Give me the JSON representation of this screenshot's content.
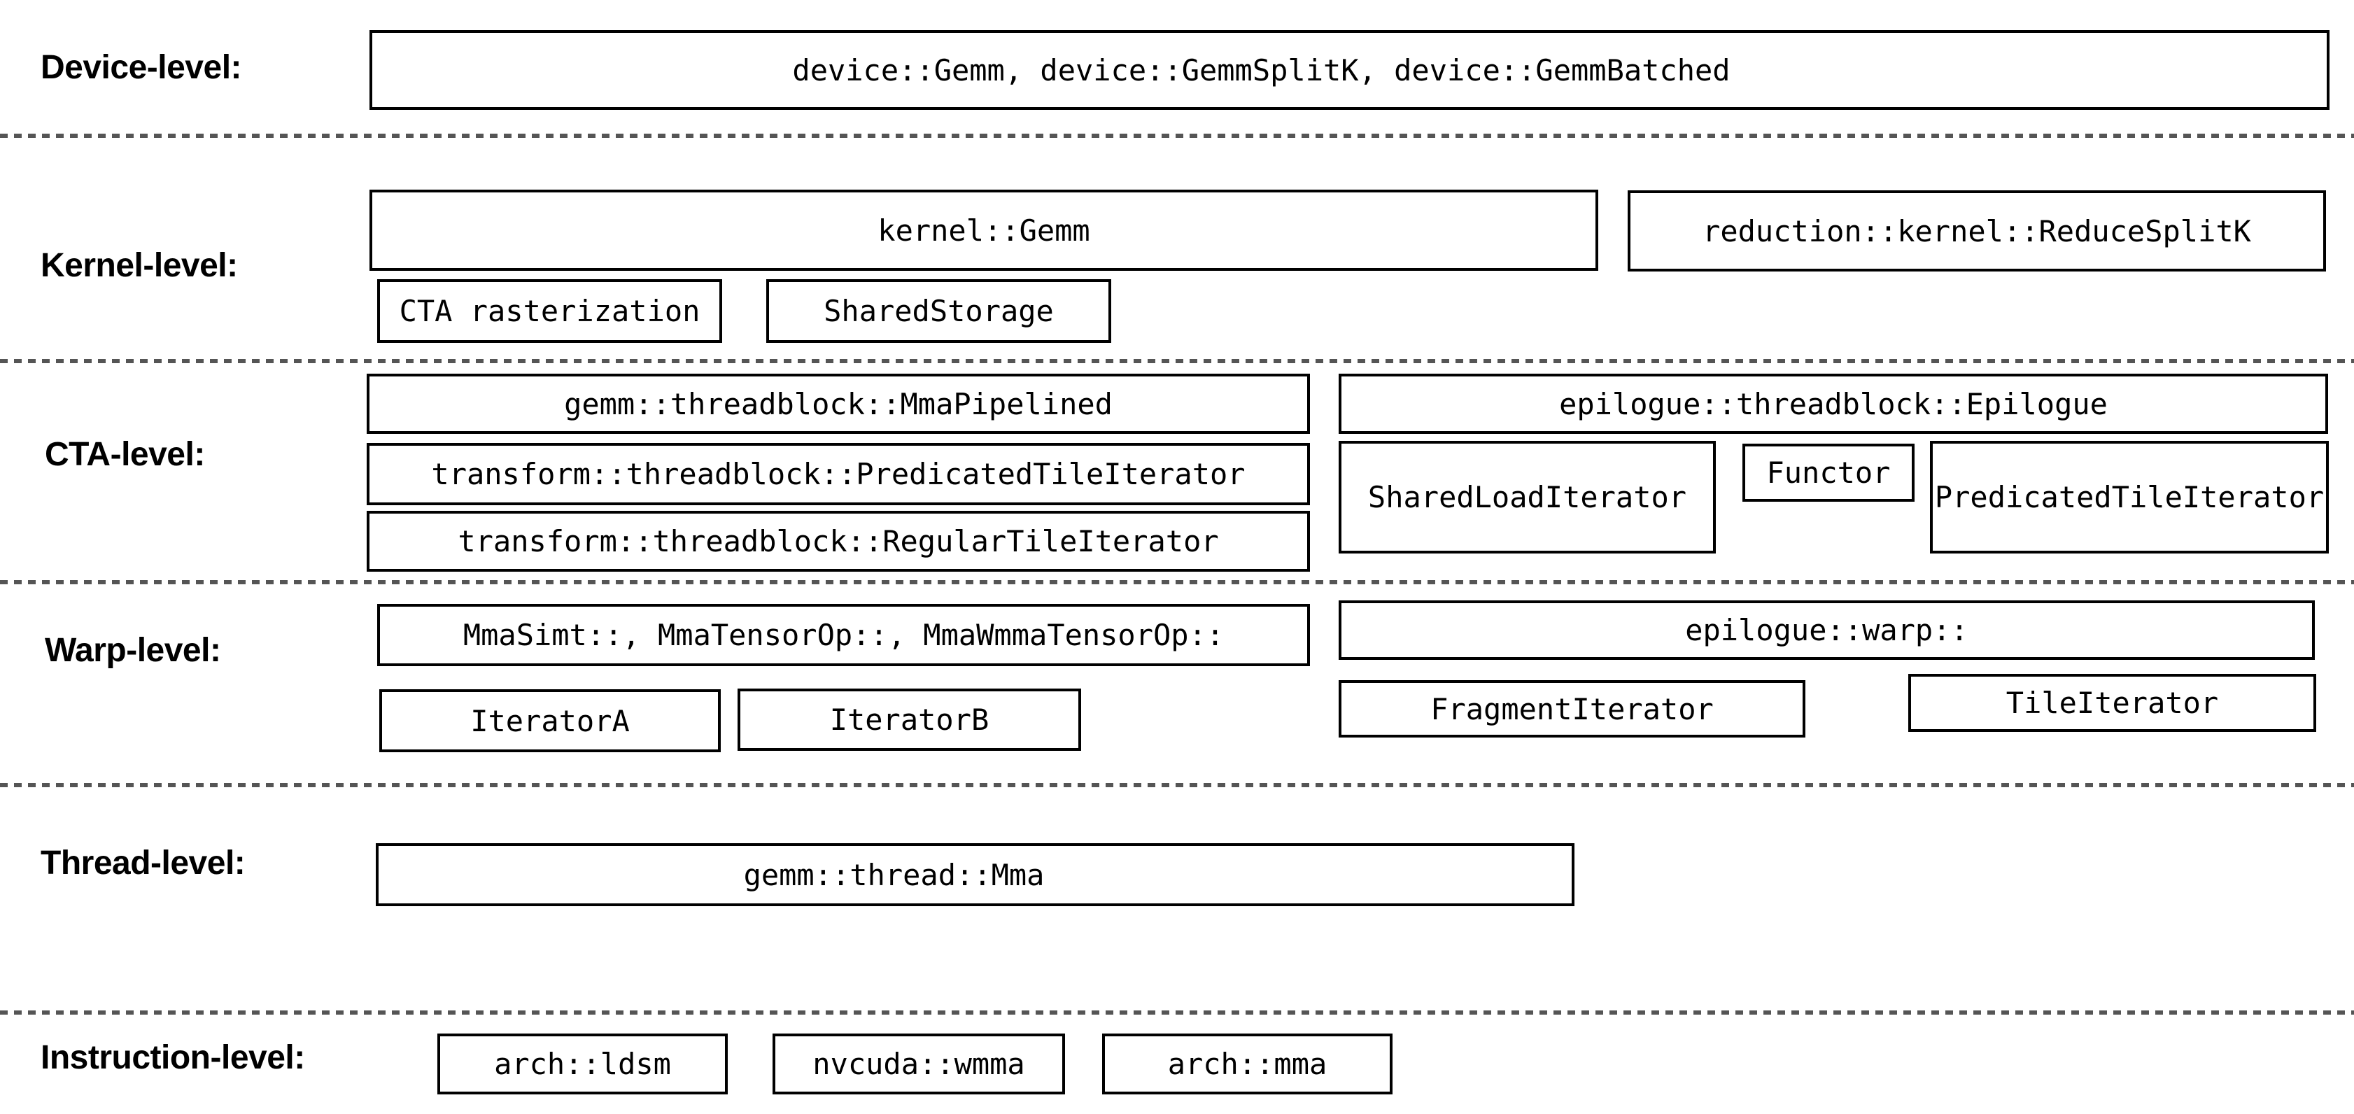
{
  "levels": [
    {
      "label": "Device-level:",
      "boxes": [
        {
          "text": "device::Gemm, device::GemmSplitK, device::GemmBatched"
        }
      ]
    },
    {
      "label": "Kernel-level:",
      "boxes": [
        {
          "text": "kernel::Gemm"
        },
        {
          "text": "reduction::kernel::ReduceSplitK"
        },
        {
          "text": "CTA rasterization"
        },
        {
          "text": "SharedStorage"
        }
      ]
    },
    {
      "label": "CTA-level:",
      "boxes": [
        {
          "text": "gemm::threadblock::MmaPipelined"
        },
        {
          "text": "transform::threadblock::PredicatedTileIterator"
        },
        {
          "text": "transform::threadblock::RegularTileIterator"
        },
        {
          "text": "epilogue::threadblock::Epilogue"
        },
        {
          "text": "SharedLoadIterator"
        },
        {
          "text": "Functor"
        },
        {
          "text": "PredicatedTileIterator"
        }
      ]
    },
    {
      "label": "Warp-level:",
      "boxes": [
        {
          "text": "MmaSimt::, MmaTensorOp::, MmaWmmaTensorOp::"
        },
        {
          "text": "IteratorA"
        },
        {
          "text": "IteratorB"
        },
        {
          "text": "epilogue::warp::"
        },
        {
          "text": "FragmentIterator"
        },
        {
          "text": "TileIterator"
        }
      ]
    },
    {
      "label": "Thread-level:",
      "boxes": [
        {
          "text": "gemm::thread::Mma"
        }
      ]
    },
    {
      "label": "Instruction-level:",
      "boxes": [
        {
          "text": "arch::ldsm"
        },
        {
          "text": "nvcuda::wmma"
        },
        {
          "text": "arch::mma"
        }
      ]
    }
  ],
  "colors": {
    "background": "#ffffff",
    "box_border": "#000000",
    "text": "#000000",
    "separator": "#555555"
  }
}
